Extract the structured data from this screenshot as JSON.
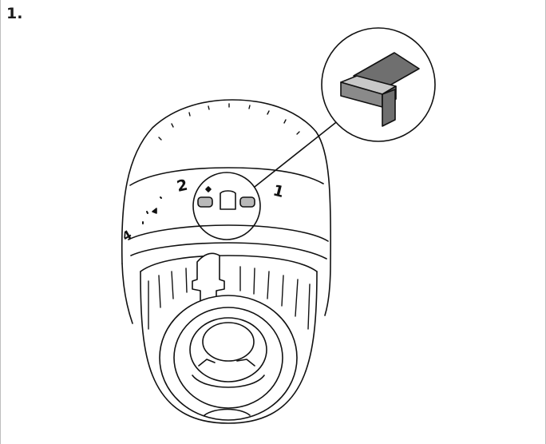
{
  "step": {
    "number": "1."
  },
  "dial": {
    "mark_left": "2",
    "mark_right": "1",
    "mark_side": "4"
  },
  "colors": {
    "line": "#111111",
    "clip_light": "#b9b9b9",
    "clip_dark": "#6f6f6f",
    "frame": "#bdbdbd"
  }
}
